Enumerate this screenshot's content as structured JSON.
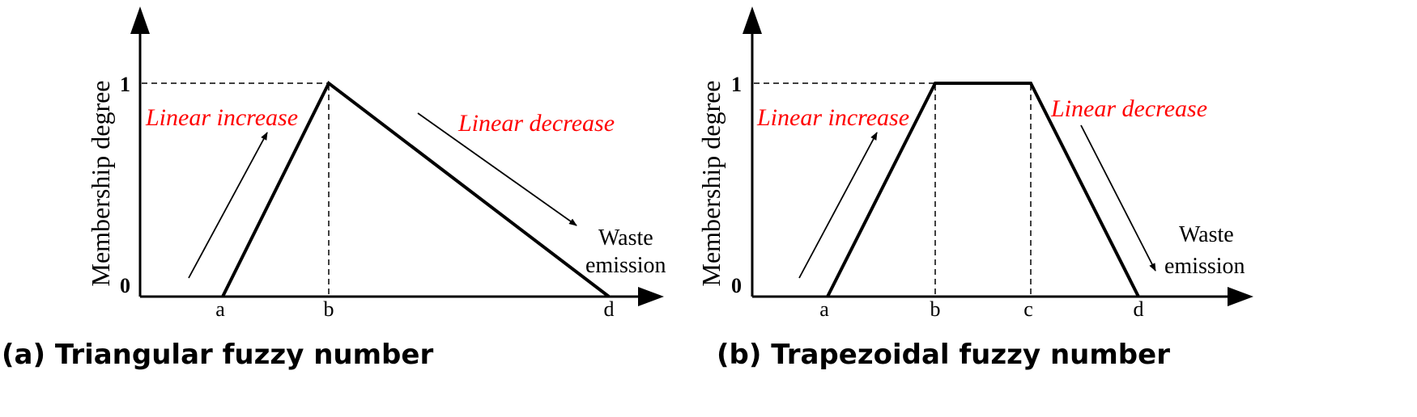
{
  "panels": [
    {
      "id": "triangular",
      "caption": "(a) Triangular fuzzy number",
      "y_axis_label": "Membership degree",
      "x_axis_label_line1": "Waste",
      "x_axis_label_line2": "emission",
      "y_tick_0": "0",
      "y_tick_1": "1",
      "x_ticks": [
        "a",
        "b",
        "d"
      ],
      "annotation_increase": "Linear increase",
      "annotation_decrease": "Linear decrease",
      "membership_points": [
        [
          "a",
          0
        ],
        [
          "b",
          1
        ],
        [
          "d",
          0
        ]
      ]
    },
    {
      "id": "trapezoidal",
      "caption": "(b) Trapezoidal fuzzy number",
      "y_axis_label": "Membership degree",
      "x_axis_label_line1": "Waste",
      "x_axis_label_line2": "emission",
      "y_tick_0": "0",
      "y_tick_1": "1",
      "x_ticks": [
        "a",
        "b",
        "c",
        "d"
      ],
      "annotation_increase": "Linear increase",
      "annotation_decrease": "Linear decrease",
      "membership_points": [
        [
          "a",
          0
        ],
        [
          "b",
          1
        ],
        [
          "c",
          1
        ],
        [
          "d",
          0
        ]
      ]
    }
  ],
  "colors": {
    "line": "#000000",
    "annotation": "#ff0000"
  }
}
